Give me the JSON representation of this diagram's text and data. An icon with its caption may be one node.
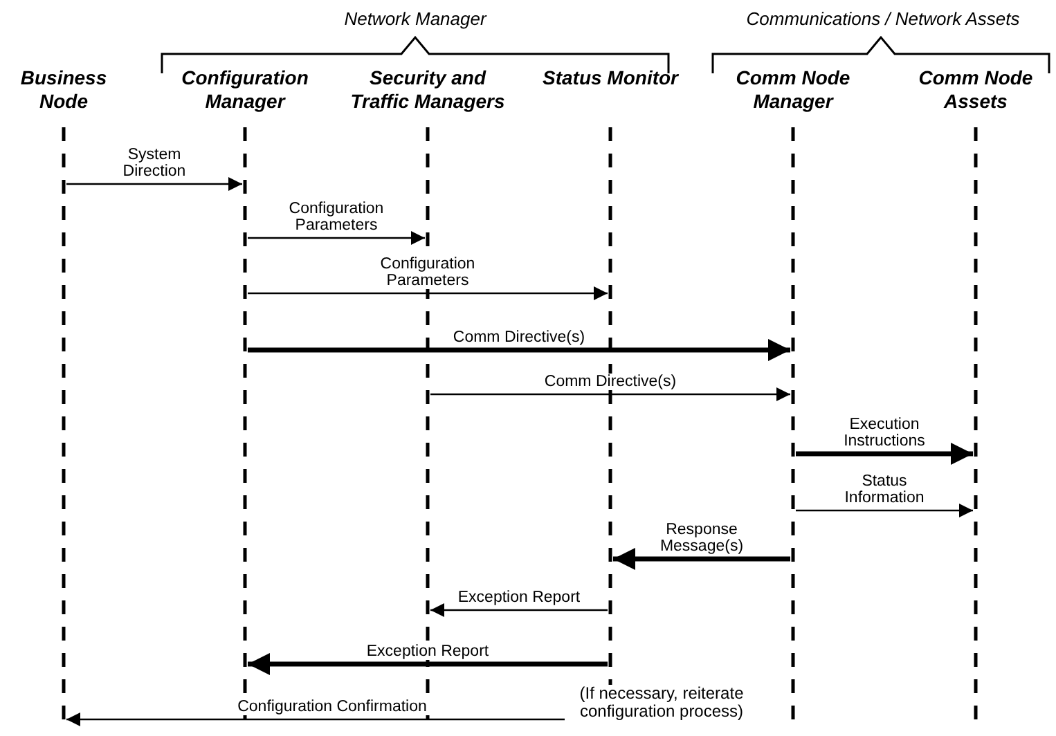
{
  "diagram": {
    "nodes": [
      {
        "text": [
          "Business Node"
        ]
      },
      {
        "text": [
          "Configuration Manager"
        ]
      },
      {
        "text": [
          "Security and Traffic Managers"
        ]
      },
      {
        "text": [
          "Status Monitor"
        ]
      },
      {
        "text": [
          "Comm Node Manager"
        ]
      },
      {
        "text": [
          "Comm Node Assets"
        ]
      }
    ],
    "edges": [
      {
        "from": 0,
        "to": 1,
        "arrow": "to",
        "label": "System Direction"
      },
      {
        "from": 1,
        "to": 2,
        "arrow": "to",
        "label": "Configuration Parameters"
      },
      {
        "from": 1,
        "to": 3,
        "arrow": "to",
        "label": "Configuration Parameters"
      },
      {
        "from": 1,
        "to": 4,
        "arrow": "to",
        "label": "Comm Directive(s)",
        "style": "thick"
      },
      {
        "from": 2,
        "to": 4,
        "arrow": "to",
        "label": "Comm Directive(s)"
      },
      {
        "from": 4,
        "to": 5,
        "arrow": "to",
        "label": "Execution Instructions",
        "style": "thick"
      },
      {
        "from": 4,
        "to": 5,
        "arrow": "to",
        "label": "Status Information"
      },
      {
        "from": 4,
        "to": 3,
        "arrow": "to",
        "label": "Response Message(s)",
        "style": "thick"
      },
      {
        "from": 3,
        "to": 2,
        "arrow": "to",
        "label": "Exception Report"
      },
      {
        "from": 3,
        "to": 1,
        "arrow": "to",
        "label": "Exception Report",
        "style": "thick"
      },
      {
        "from": 3,
        "to": 0,
        "arrow": "to",
        "label": "Configuration Confirmation"
      }
    ],
    "labels": [
      "Network Manager",
      "Communications / Network Assets",
      "(If necessary, reiterate configuration process)"
    ]
  }
}
